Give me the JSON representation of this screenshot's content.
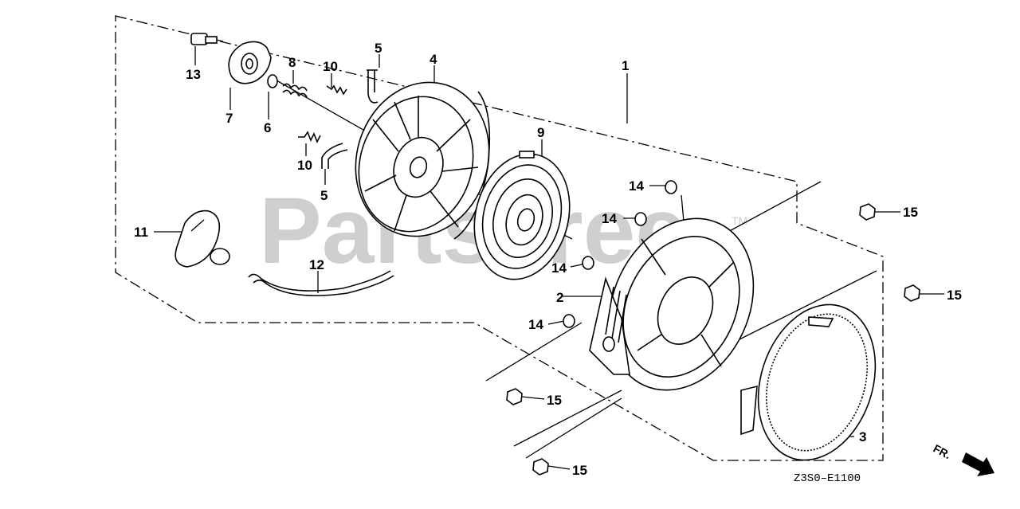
{
  "watermark": "PartsTree",
  "watermark_tm": "TM",
  "diagram_code": "Z3S0–E1100",
  "front_marker": "FR.",
  "callouts": {
    "c1": "1",
    "c2": "2",
    "c3": "3",
    "c4": "4",
    "c5a": "5",
    "c5b": "5",
    "c6": "6",
    "c7": "7",
    "c8": "8",
    "c9": "9",
    "c10a": "10",
    "c10b": "10",
    "c11": "11",
    "c12": "12",
    "c13": "13",
    "c14a": "14",
    "c14b": "14",
    "c14c": "14",
    "c14d": "14",
    "c15a": "15",
    "c15b": "15",
    "c15c": "15",
    "c15d": "15"
  }
}
